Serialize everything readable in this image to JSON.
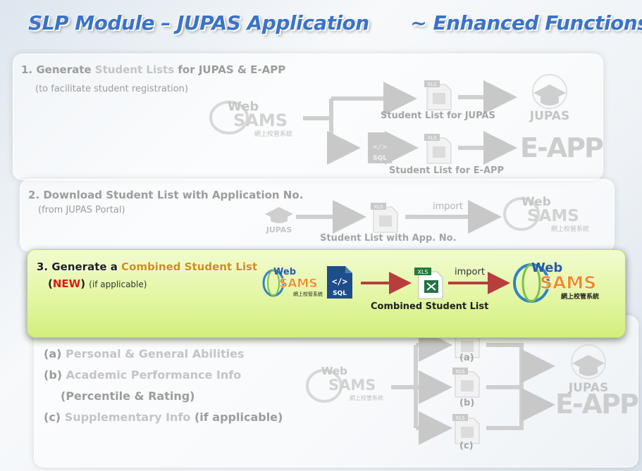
{
  "title": {
    "left": "SLP Module – JUPAS Application",
    "right": "~ Enhanced Functions"
  },
  "step1": {
    "num": "1. Generate ",
    "hl1": "Student Lists",
    "mid": " for JUPAS & E-APP",
    "sub": "(to facilitate student registration)",
    "label_jupas": "Student List for JUPAS",
    "label_eapp": "Student List for E-APP"
  },
  "step2": {
    "num": "2. Download ",
    "hl1": "Student List with Application No.",
    "sub": "(from JUPAS Portal)",
    "label_list": "Student List with App. No.",
    "import": "import"
  },
  "step3": {
    "num": "3. Generate a ",
    "hl1": "Combined Student List",
    "paren_open": "(",
    "new": "NEW",
    "paren_close": ")",
    "sub": "(if applicable)",
    "label_list": "Combined Student List",
    "import": "import"
  },
  "step4": {
    "a_key": "(a) ",
    "a": "Personal & General Abilities",
    "b_key": "(b) ",
    "b": "Academic Performance Info",
    "b2": "(Percentile & Rating)",
    "c_key": "(c) ",
    "c": "Supplementary Info",
    "c_tail": " (if applicable)",
    "tag_a": "(a)",
    "tag_b": "(b)",
    "tag_c": "(c)"
  },
  "logos": {
    "web": "Web",
    "sams": "SAMS",
    "chinese": "網上校管系統",
    "jupas": "JUPAS",
    "eapp": "E-APP",
    "xls": "XLS",
    "sql": "SQL",
    "sql_icon": "</>"
  },
  "colors": {
    "title": "#3b73c6",
    "accent_orange": "#cf8f10",
    "new_red": "#e01818",
    "arrow_red": "#b83d3d"
  }
}
